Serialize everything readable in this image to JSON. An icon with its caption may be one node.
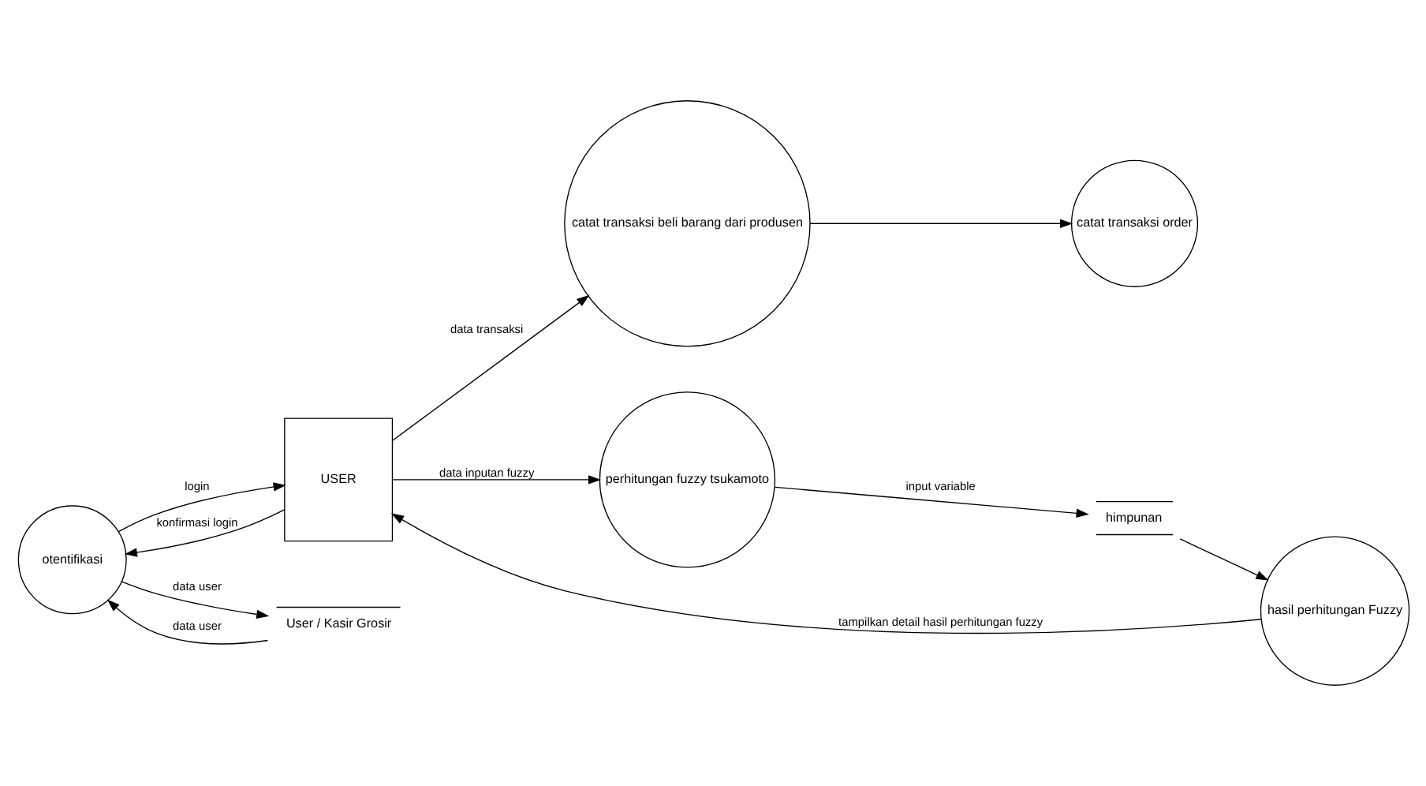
{
  "diagram": {
    "nodes": [
      {
        "text": [
          "otentifikasi"
        ]
      },
      {
        "text": [
          "catat transaksi beli barang dari produsen"
        ]
      },
      {
        "text": [
          "catat transaksi order"
        ]
      },
      {
        "text": [
          "USER"
        ]
      },
      {
        "text": [
          "hasil perhitungan Fuzzy"
        ]
      },
      {
        "text": [
          "himpunan"
        ]
      },
      {
        "text": [
          "perhitungan fuzzy tsukamoto"
        ]
      },
      {
        "text": [
          "User / Kasir Grosir"
        ]
      }
    ],
    "edges": [
      {
        "from": 3,
        "to": 0,
        "arrow": "to",
        "label": "konfirmasi login"
      },
      {
        "from": 0,
        "to": 3,
        "arrow": "to",
        "label": "login"
      },
      {
        "from": 3,
        "to": 1,
        "arrow": "to",
        "label": "data transaksi"
      },
      {
        "from": 3,
        "to": 6,
        "arrow": "to",
        "label": "data inputan fuzzy"
      },
      {
        "from": 1,
        "to": 2,
        "arrow": "to"
      },
      {
        "from": 6,
        "to": 5,
        "arrow": "to",
        "label": "input variable"
      },
      {
        "from": 5,
        "to": 4,
        "arrow": "to"
      },
      {
        "from": 4,
        "to": 3,
        "arrow": "to",
        "label": "tampilkan detail hasil perhitungan fuzzy"
      },
      {
        "from": 0,
        "to": 7,
        "arrow": "to",
        "label": "data user"
      },
      {
        "from": 7,
        "to": 0,
        "arrow": "to",
        "label": "data user"
      }
    ]
  }
}
